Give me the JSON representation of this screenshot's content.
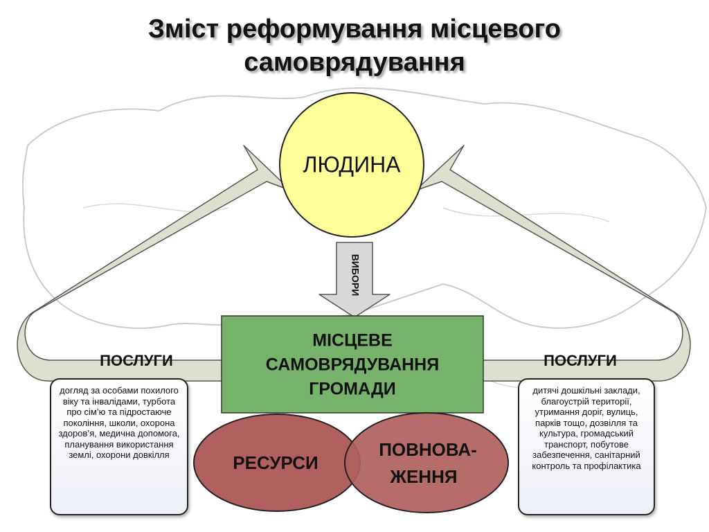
{
  "title": {
    "line1": "Зміст реформування місцевого",
    "line2": "самоврядування"
  },
  "nodes": {
    "person": "ЛЮДИНА",
    "elections": "ВИБОРИ",
    "center_line1": "МІСЦЕВЕ",
    "center_line2": "САМОВРЯДУВАННЯ",
    "center_line3": "ГРОМАДИ",
    "resources": "РЕСУРСИ",
    "powers_line1": "ПОВНОВА-",
    "powers_line2": "ЖЕННЯ",
    "services_left": "ПОСЛУГИ",
    "services_right": "ПОСЛУГИ"
  },
  "boxes": {
    "left": "догляд за особами похилого віку та інвалідами, турбота про сім’ю та підростаюче покоління, школи, охорона здоров’я, медична допомога, планування використання землі, охорони довкілля",
    "right": "дитячі дошкільні заклади, благоустрій території, утримання доріг, вулиць, парків тощо, дозвілля та культура, громадський транспорт, побутове забезпечення, санітарний контроль та профілактика"
  },
  "colors": {
    "person_fill": "#ffff99",
    "center_fill": "#77b36b",
    "ellipse_fill": "#b15f5f",
    "arrow_fill": "#dddfcf",
    "map_outline": "#c8ccd2"
  }
}
